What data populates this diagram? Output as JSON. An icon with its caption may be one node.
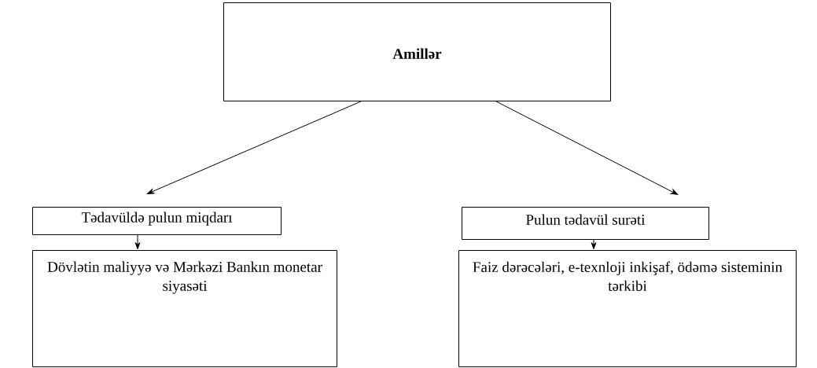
{
  "diagram": {
    "nodes": [
      {
        "text": [
          "Amillər"
        ]
      },
      {
        "text": [
          "Tədavüldə pulun miqdarı"
        ]
      },
      {
        "text": [
          "Pulun tədavül surəti"
        ]
      },
      {
        "text": [
          "Dövlətin maliyyə və Mərkəzi Bankın monetar siyasəti"
        ]
      },
      {
        "text": [
          "Faiz dərəcələri, e-texnloji inkişaf, ödəmə sisteminin tərkibi"
        ]
      }
    ],
    "edges": [
      {
        "from": 0,
        "to": 1,
        "arrow": "to"
      },
      {
        "from": 0,
        "to": 2,
        "arrow": "to"
      },
      {
        "from": 1,
        "to": 3,
        "arrow": "to"
      },
      {
        "from": 2,
        "to": 4,
        "arrow": "to"
      }
    ]
  }
}
